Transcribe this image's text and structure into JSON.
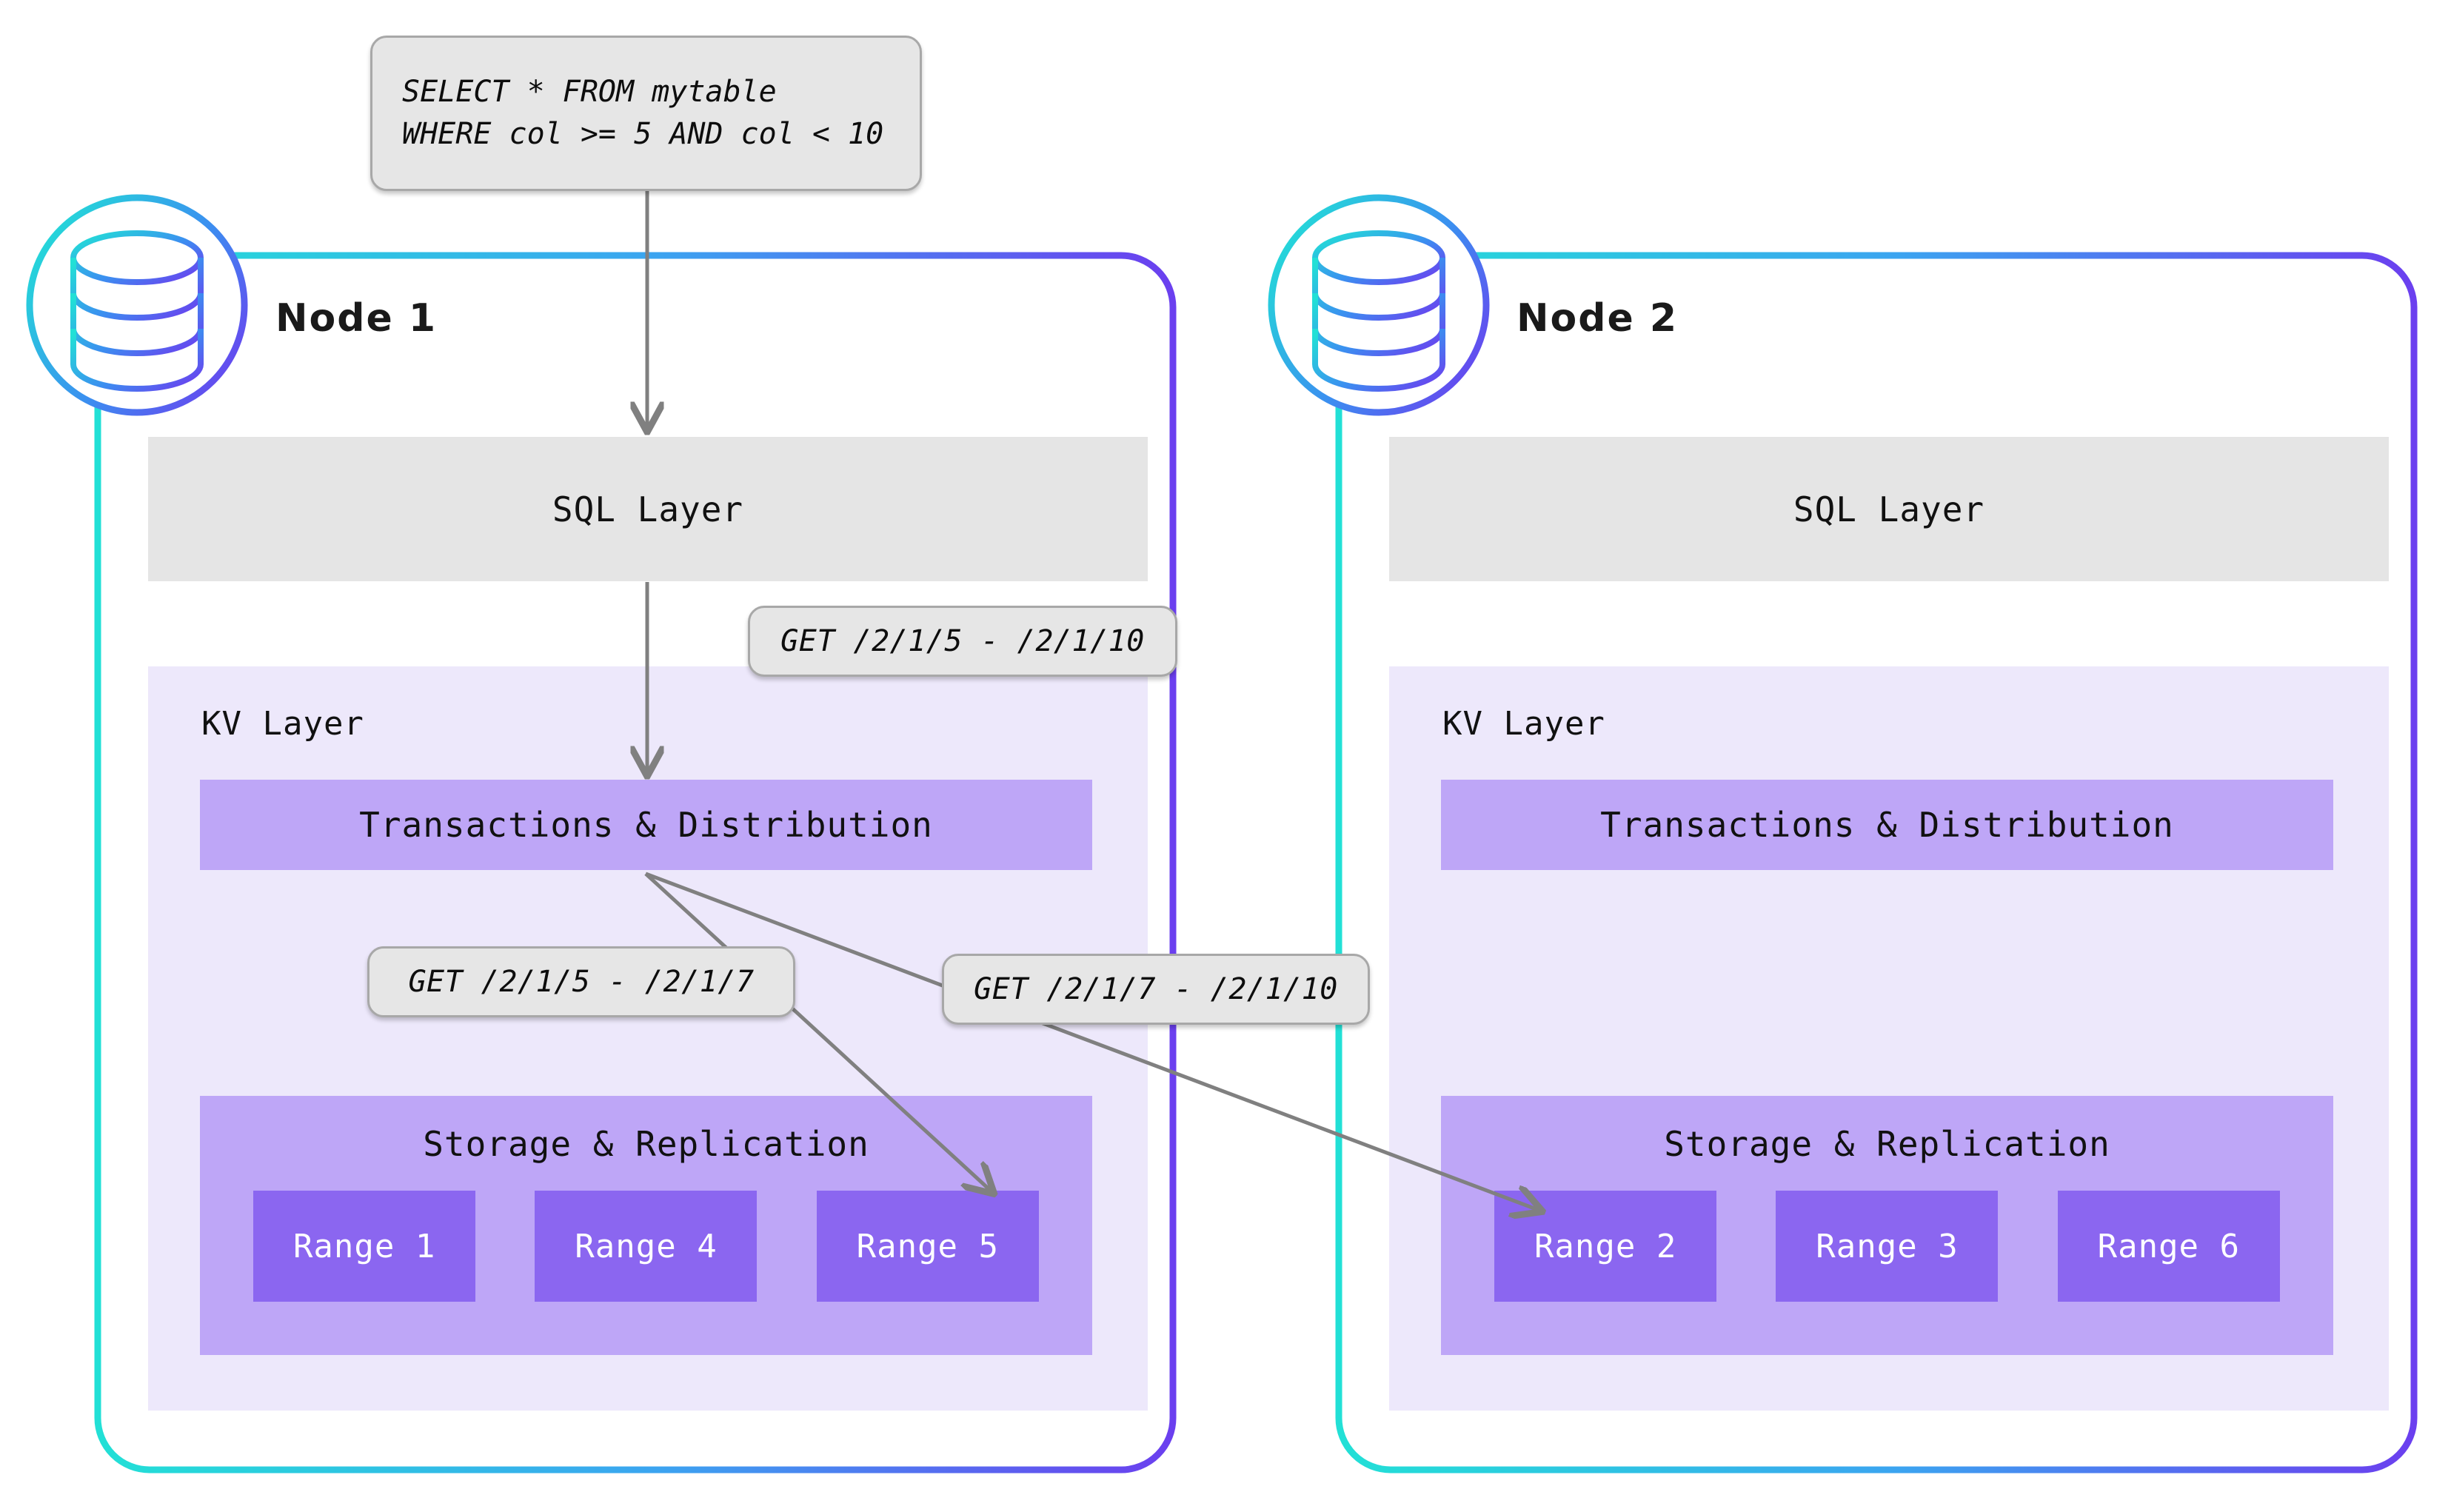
{
  "query_box": {
    "name": "sql-query",
    "lines": [
      "SELECT * FROM mytable",
      "WHERE col >= 5 AND col < 10"
    ],
    "line1": "SELECT * FROM mytable",
    "line2": "WHERE col >= 5 AND col < 10"
  },
  "requests": {
    "sql_to_kv": "GET /2/1/5 - /2/1/10",
    "to_range5": "GET /2/1/5 - /2/1/7",
    "to_range2": "GET /2/1/7 - /2/1/10"
  },
  "nodes": [
    {
      "title": "Node 1",
      "icon": "database-icon",
      "sql_layer_label": "SQL Layer",
      "kv_layer_label": "KV Layer",
      "transactions_label": "Transactions & Distribution",
      "storage_label": "Storage & Replication",
      "ranges": [
        "Range 1",
        "Range 4",
        "Range 5"
      ]
    },
    {
      "title": "Node 2",
      "icon": "database-icon",
      "sql_layer_label": "SQL Layer",
      "kv_layer_label": "KV Layer",
      "transactions_label": "Transactions & Distribution",
      "storage_label": "Storage & Replication",
      "ranges": [
        "Range 2",
        "Range 3",
        "Range 6"
      ]
    }
  ],
  "colors": {
    "node_border_start": "#22E0D6",
    "node_border_end": "#6B3FEF",
    "sql_layer_bg": "#E5E5E5",
    "kv_layer_bg": "#EDE8FB",
    "inner_box_bg": "#BEA6F7",
    "range_bg": "#8B66F0",
    "chip_bg": "#E6E6E6",
    "chip_border": "#A8A8A8",
    "arrow": "#808080",
    "text": "#111111"
  }
}
